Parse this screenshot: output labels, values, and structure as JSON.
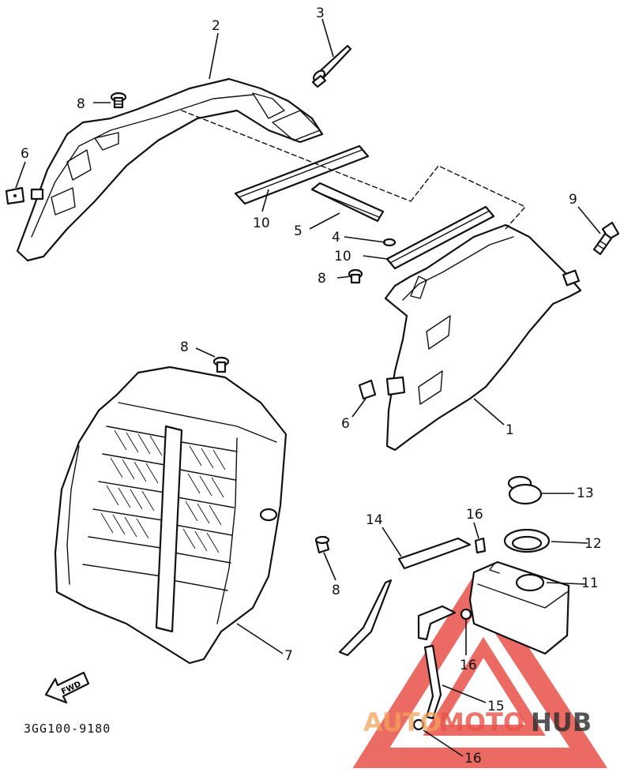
{
  "diagram": {
    "drawing_code": "3GG100-9180",
    "fwd_label": "FWD",
    "brand": {
      "name_left": "AUTO",
      "name_middle": "MOTO",
      "name_right": "HUB",
      "accent_color": "#e8524a",
      "secondary_color": "#f2a25a",
      "dark_color": "#2a2a2a"
    },
    "callouts": [
      {
        "id": "c-2",
        "label": "2"
      },
      {
        "id": "c-3",
        "label": "3"
      },
      {
        "id": "c-8a",
        "label": "8"
      },
      {
        "id": "c-6a",
        "label": "6"
      },
      {
        "id": "c-10a",
        "label": "10"
      },
      {
        "id": "c-5",
        "label": "5"
      },
      {
        "id": "c-4",
        "label": "4"
      },
      {
        "id": "c-10b",
        "label": "10"
      },
      {
        "id": "c-8b",
        "label": "8"
      },
      {
        "id": "c-9",
        "label": "9"
      },
      {
        "id": "c-8c",
        "label": "8"
      },
      {
        "id": "c-6b",
        "label": "6"
      },
      {
        "id": "c-1",
        "label": "1"
      },
      {
        "id": "c-13",
        "label": "13"
      },
      {
        "id": "c-16a",
        "label": "16"
      },
      {
        "id": "c-14",
        "label": "14"
      },
      {
        "id": "c-12",
        "label": "12"
      },
      {
        "id": "c-11",
        "label": "11"
      },
      {
        "id": "c-8d",
        "label": "8"
      },
      {
        "id": "c-7",
        "label": "7"
      },
      {
        "id": "c-16b",
        "label": "16"
      },
      {
        "id": "c-15",
        "label": "15"
      },
      {
        "id": "c-16c",
        "label": "16"
      }
    ]
  }
}
